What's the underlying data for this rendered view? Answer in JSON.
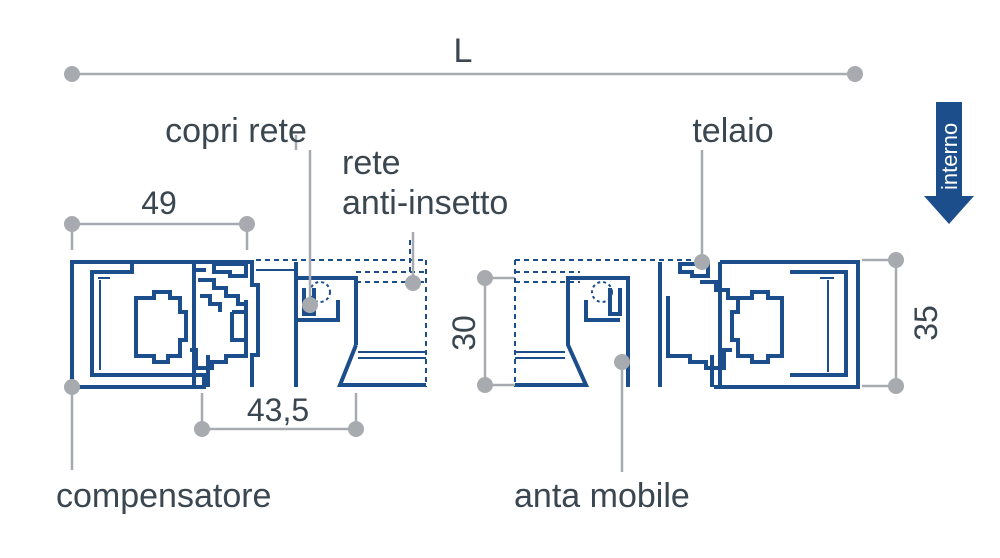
{
  "labels": {
    "length": "L",
    "copri_rete": "copri rete",
    "rete_line1": "rete",
    "rete_line2": "anti-insetto",
    "telaio": "telaio",
    "compensatore": "compensatore",
    "anta_mobile": "anta mobile",
    "interno": "interno"
  },
  "dimensions": {
    "d49": "49",
    "d43_5": "43,5",
    "d30": "30",
    "d35": "35"
  },
  "colors": {
    "profile": "#1d4e8c",
    "dimension": "#a7abb0",
    "arrow": "#1d4e8c",
    "text": "#3a4650"
  },
  "icons": {
    "direction": "arrow-down-icon"
  }
}
